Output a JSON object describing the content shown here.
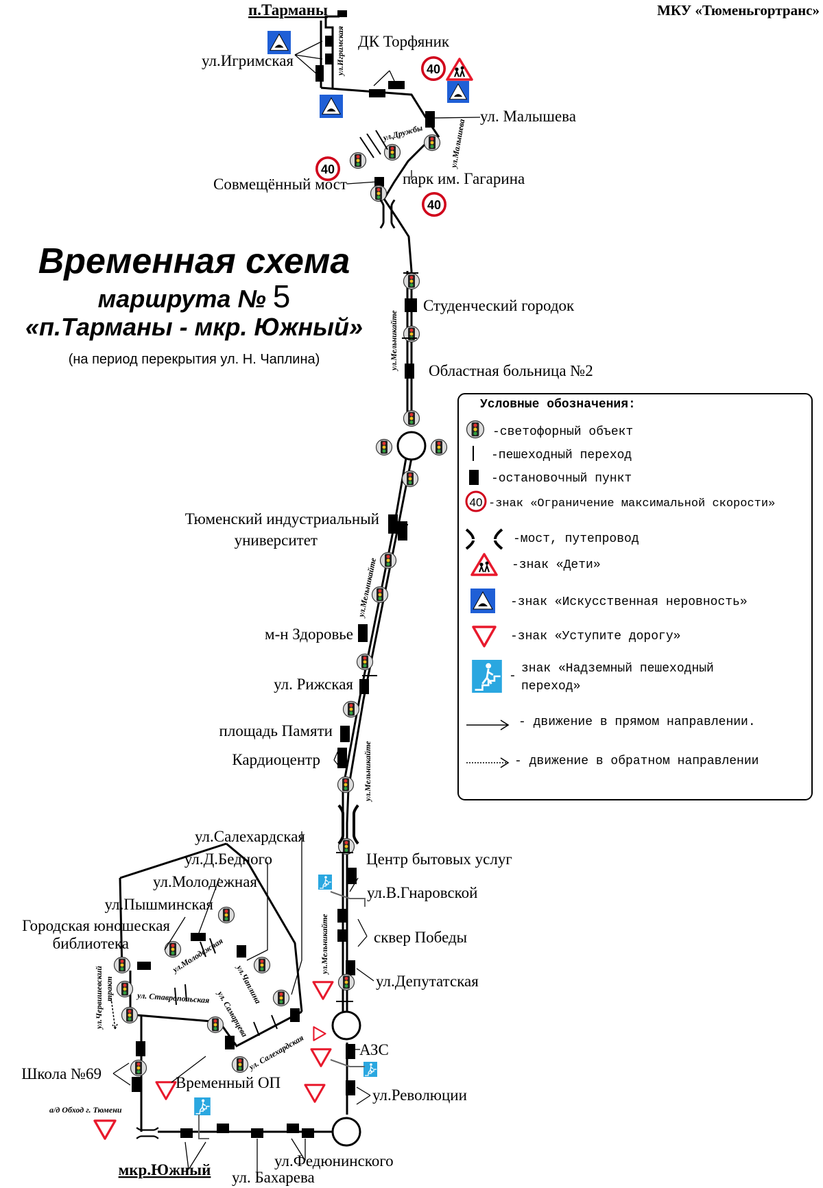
{
  "header": {
    "org": "МКУ «Тюменьгортранс»"
  },
  "title": {
    "line1": "Временная схема",
    "line2": "маршрута №",
    "route_number": "5",
    "line3": "«п.Тарманы - мкр. Южный»",
    "note": "(на период перекрытия ул. Н. Чаплина)"
  },
  "termini": {
    "north": "п.Тарманы",
    "south": "мкр.Южный"
  },
  "stops": {
    "igrimskaya": "ул.Игримская",
    "dk_torfyanik": "ДК Торфяник",
    "malysheva": "ул. Малышева",
    "sovmeshchenny_most": "Совмещённый мост",
    "park_gagarina": "парк им. Гагарина",
    "student_town": "Студенческий городок",
    "hospital_2": "Областная больница №2",
    "industrial_univ_1": "Тюменский индустриальный",
    "industrial_univ_2": "университет",
    "zdorovye": "м-н Здоровье",
    "rizhskaya": "ул. Рижская",
    "ploshchad_pamyati": "площадь Памяти",
    "kardiocentr": "Кардиоцентр",
    "salekhardskaya": "ул.Салехардская",
    "bednogo": "ул.Д.Бедного",
    "molodezhnaya": "ул.Молодежная",
    "pyshminskaya": "ул.Пышминская",
    "library_1": "Городская юношеская",
    "library_2": "библиотека",
    "service_center": "Центр бытовых услуг",
    "gnarovskoy": "ул.В.Гнаровской",
    "skver_pobedy": "сквер Победы",
    "deputatskaya": "ул.Депутатская",
    "azs": "АЗС",
    "revolyutsii": "ул.Революции",
    "school_69": "Школа №69",
    "temp_op": "Временный ОП",
    "fedyuninskogo": "ул.Федюнинского",
    "bakhareva": "ул. Бахарева"
  },
  "streets": {
    "igrimskaya": "ул.Игримская",
    "druzhby": "ул.Дружбы",
    "malysheva": "ул.Малышева",
    "melnikaite": "ул.Мельникайте",
    "molodezhnaya": "ул.Молодежная",
    "chaplina": "ул.Чаплина",
    "stavropolskaya": "ул. Ставропольская",
    "samartseva": "ул. Самарцева",
    "salekhardskaya": "ул. Салехардская",
    "chervishevsky_1": "ул.Червишевский",
    "chervishevsky_2": "тракт",
    "obhod": "а/д Обход г. Тюмени"
  },
  "signs": {
    "speed_limit": "40"
  },
  "legend": {
    "title": "Условные обозначения:",
    "items": [
      {
        "icon": "traffic-light-icon",
        "text": "-светофорный объект"
      },
      {
        "icon": "pedestrian-crossing-icon",
        "text": "-пешеходный переход"
      },
      {
        "icon": "bus-stop-icon",
        "text": "-остановочный пункт"
      },
      {
        "icon": "speed-limit-icon",
        "text": "-знак «Ограничение максимальной скорости»"
      },
      {
        "icon": "bridge-icon",
        "text": "-мост, путепровод"
      },
      {
        "icon": "children-sign-icon",
        "text": "-знак «Дети»"
      },
      {
        "icon": "speed-bump-sign-icon",
        "text": "-знак «Искусственная неровность»"
      },
      {
        "icon": "yield-sign-icon",
        "text": "-знак «Уступите дорогу»"
      },
      {
        "icon": "overpass-sign-icon",
        "text": "знак «Надземный пешеходный",
        "text2": "переход»"
      },
      {
        "icon": "forward-arrow-icon",
        "text": "- движение в прямом направлении."
      },
      {
        "icon": "backward-arrow-icon",
        "text": "- движение в обратном направлении"
      }
    ]
  },
  "colors": {
    "route": "#000000",
    "speed_ring": "#d0021b",
    "yield_red": "#e8192c",
    "bump_blue": "#1f5fd6",
    "overpass_blue": "#2aa7e0"
  }
}
